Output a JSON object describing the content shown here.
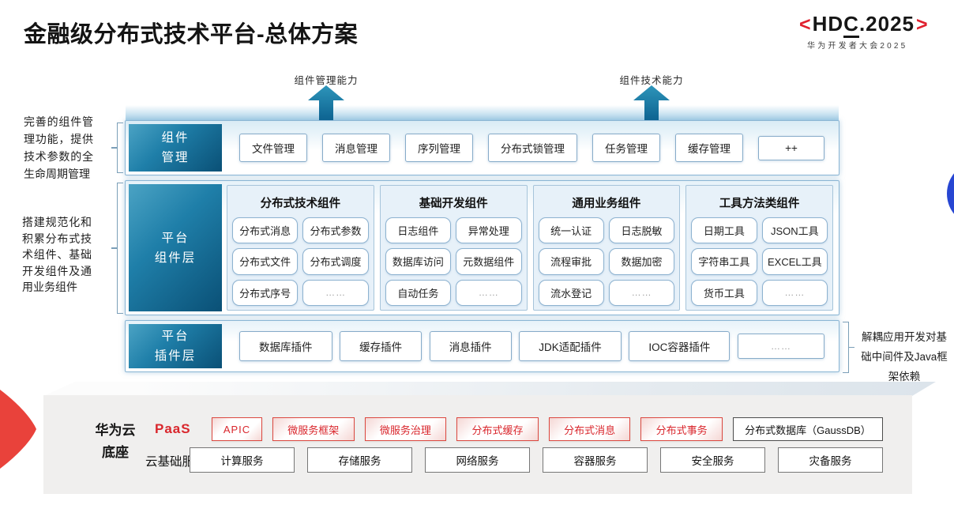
{
  "page": {
    "title": "金融级分布式技术平台-总体方案"
  },
  "logo": {
    "left_bracket": "<",
    "pre": "HD",
    "c": "C",
    "post": ".2025",
    "right_bracket": ">",
    "subtitle": "华为开发者大会2025"
  },
  "arrows": {
    "management_capability": "组件管理能力",
    "technical_capability": "组件技术能力"
  },
  "side_notes": {
    "left_top": "完善的组件管理功能，提供技术参数的全生命周期管理",
    "left_bottom": "搭建规范化和积累分布式技术组件、基础开发组件及通用业务组件",
    "right": "解耦应用开发对基础中间件及Java框架依赖"
  },
  "rows": {
    "management": {
      "label_line1": "组件",
      "label_line2": "管理",
      "items": [
        "文件管理",
        "消息管理",
        "序列管理",
        "分布式锁管理",
        "任务管理",
        "缓存管理",
        "++"
      ]
    },
    "components": {
      "label_line1": "平台",
      "label_line2": "组件层",
      "columns": [
        {
          "title": "分布式技术组件",
          "cells": [
            "分布式消息",
            "分布式参数",
            "分布式文件",
            "分布式调度",
            "分布式序号",
            "……"
          ]
        },
        {
          "title": "基础开发组件",
          "cells": [
            "日志组件",
            "异常处理",
            "数据库访问",
            "元数据组件",
            "自动任务",
            "……"
          ]
        },
        {
          "title": "通用业务组件",
          "cells": [
            "统一认证",
            "日志脱敏",
            "流程审批",
            "数据加密",
            "流水登记",
            "……"
          ]
        },
        {
          "title": "工具方法类组件",
          "cells": [
            "日期工具",
            "JSON工具",
            "字符串工具",
            "EXCEL工具",
            "货币工具",
            "……"
          ]
        }
      ]
    },
    "plugins": {
      "label_line1": "平台",
      "label_line2": "插件层",
      "items": [
        "数据库插件",
        "缓存插件",
        "消息插件",
        "JDK适配插件",
        "IOC容器插件",
        "……"
      ]
    }
  },
  "foundation": {
    "label_line1": "华为云",
    "label_line2": "底座",
    "paas": {
      "label": "PaaS",
      "items": [
        "APIC",
        "微服务框架",
        "微服务治理",
        "分布式缓存",
        "分布式消息",
        "分布式事务"
      ],
      "db": "分布式数据库（GaussDB）"
    },
    "cloud": {
      "label": "云基础服务",
      "items": [
        "计算服务",
        "存储服务",
        "网络服务",
        "容器服务",
        "安全服务",
        "灾备服务"
      ]
    }
  },
  "colors": {
    "accent_red": "#e01f2d",
    "label_gradient_start": "#4ba3c4",
    "label_gradient_end": "#0a5076",
    "arrow_teal_start": "#2e95ba",
    "arrow_teal_end": "#0d6391",
    "panel_border": "#8ab5d4",
    "paas_red": "#d9262c",
    "foundation_gray": "#f0efee",
    "circle_blue": "#2746d2",
    "wedge_red": "#e9423b"
  }
}
